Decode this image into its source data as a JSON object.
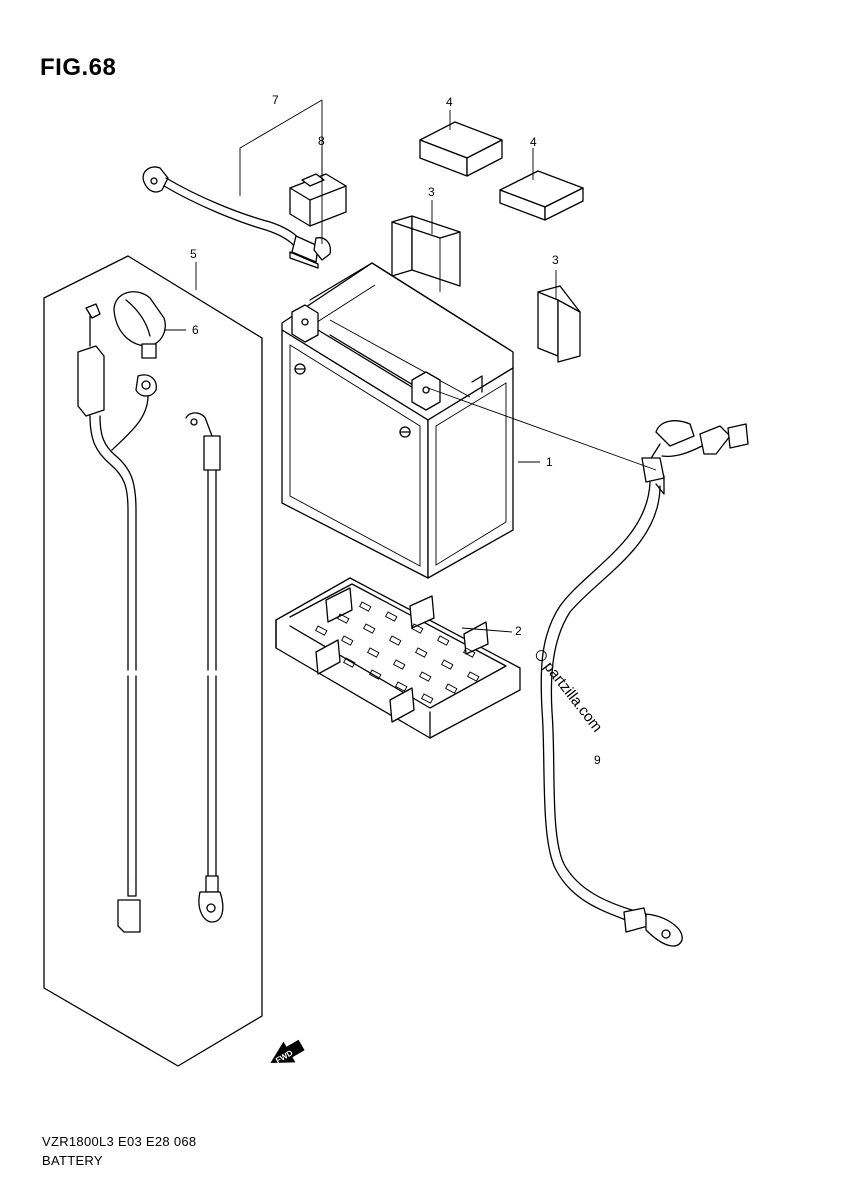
{
  "figure": {
    "title": "FIG.68",
    "code": "VZR1800L3  E03  E28  068",
    "name": "BATTERY"
  },
  "callouts": [
    "1",
    "2",
    "3",
    "3",
    "4",
    "4",
    "5",
    "6",
    "7",
    "8",
    "9"
  ],
  "watermark": "partzilla.com",
  "fwd_arrow_label": "FWD"
}
